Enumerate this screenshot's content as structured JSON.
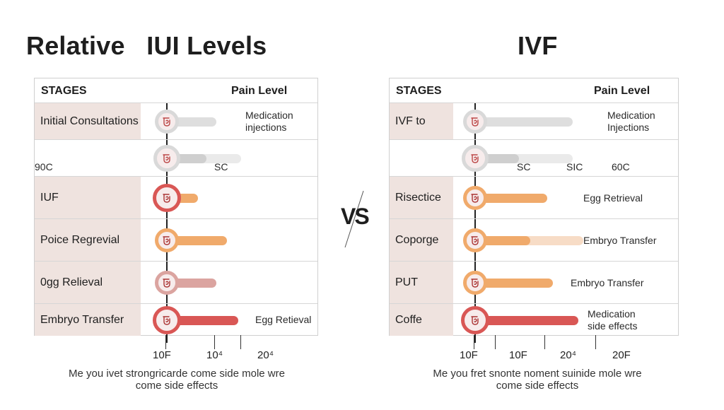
{
  "titles": {
    "left": "Relative   IUI Levels",
    "right": "IVF"
  },
  "vs_label": "VS",
  "colors": {
    "track": "#dedede",
    "red": "#d95755",
    "orange": "#f0aa6b",
    "pink": "#dba4a0",
    "pale_orange": "#f7dcc6",
    "stage_bg": "#efe3df",
    "marker_grey": "#d9d9d9"
  },
  "chart_data": [
    {
      "type": "bar",
      "title": "Relative   IUI Levels",
      "header": {
        "stages": "STAGES",
        "pain_level": "Pain Level"
      },
      "x_ticks": [
        "10F",
        "10⁴",
        "20⁴"
      ],
      "caption": [
        "Me you ivet strongricarde come side mole wre",
        "come side effects"
      ],
      "rows": [
        {
          "stage": "Initial Consultations",
          "pain": 0.35,
          "color": "#dedede",
          "note": "Medication\ninjections",
          "marker": "#d9d9d9"
        },
        {
          "stage": "",
          "pain": 0.28,
          "secondary": 0.52,
          "color": "#cfcfcf",
          "secondary_color": "#eaeaea",
          "sublabels": [
            "SC",
            "90C"
          ],
          "marker": "#d9d9d9"
        },
        {
          "stage": "IUF",
          "pain": 0.22,
          "color": "#f0aa6b",
          "note": "",
          "marker": "#d95755"
        },
        {
          "stage": "Poice Regrevial",
          "pain": 0.42,
          "color": "#f0aa6b",
          "note": "",
          "marker": "#f0aa6b"
        },
        {
          "stage": "0gg Relieval",
          "pain": 0.35,
          "color": "#dba4a0",
          "note": "",
          "marker": "#dba4a0"
        },
        {
          "stage": "Embryo Transfer",
          "pain": 0.5,
          "color": "#d95755",
          "note": "Egg Retieval",
          "marker": "#d95755"
        }
      ]
    },
    {
      "type": "bar",
      "title": "IVF",
      "header": {
        "stages": "STAGES",
        "pain_level": "Pain Level"
      },
      "x_ticks": [
        "10F",
        "10F",
        "20⁴",
        "20F"
      ],
      "caption": [
        "Me you fret snonte noment suinide mole wre",
        "come side effects"
      ],
      "rows": [
        {
          "stage": "IVF to",
          "pain": 0.7,
          "color": "#dedede",
          "note": "Medication\nInjections",
          "marker": "#d9d9d9"
        },
        {
          "stage": "",
          "pain": 0.32,
          "secondary": 0.7,
          "color": "#cfcfcf",
          "secondary_color": "#eaeaea",
          "sublabels": [
            "SC",
            "SIC",
            "60C"
          ],
          "marker": "#d9d9d9"
        },
        {
          "stage": "Risectice",
          "pain": 0.52,
          "color": "#f0aa6b",
          "note": "Egg Retrieval",
          "marker": "#f0aa6b"
        },
        {
          "stage": "Coporge",
          "pain": 0.4,
          "secondary": 0.78,
          "color": "#f0aa6b",
          "secondary_color": "#f7dcc6",
          "note": "Embryo Transfer",
          "marker": "#f0aa6b"
        },
        {
          "stage": "PUT",
          "pain": 0.56,
          "color": "#f0aa6b",
          "note": "Embryo Transfer",
          "marker": "#f0aa6b"
        },
        {
          "stage": "Coffe",
          "pain": 0.74,
          "color": "#d95755",
          "note": "Medication\nside effects",
          "marker": "#d95755"
        }
      ]
    }
  ]
}
